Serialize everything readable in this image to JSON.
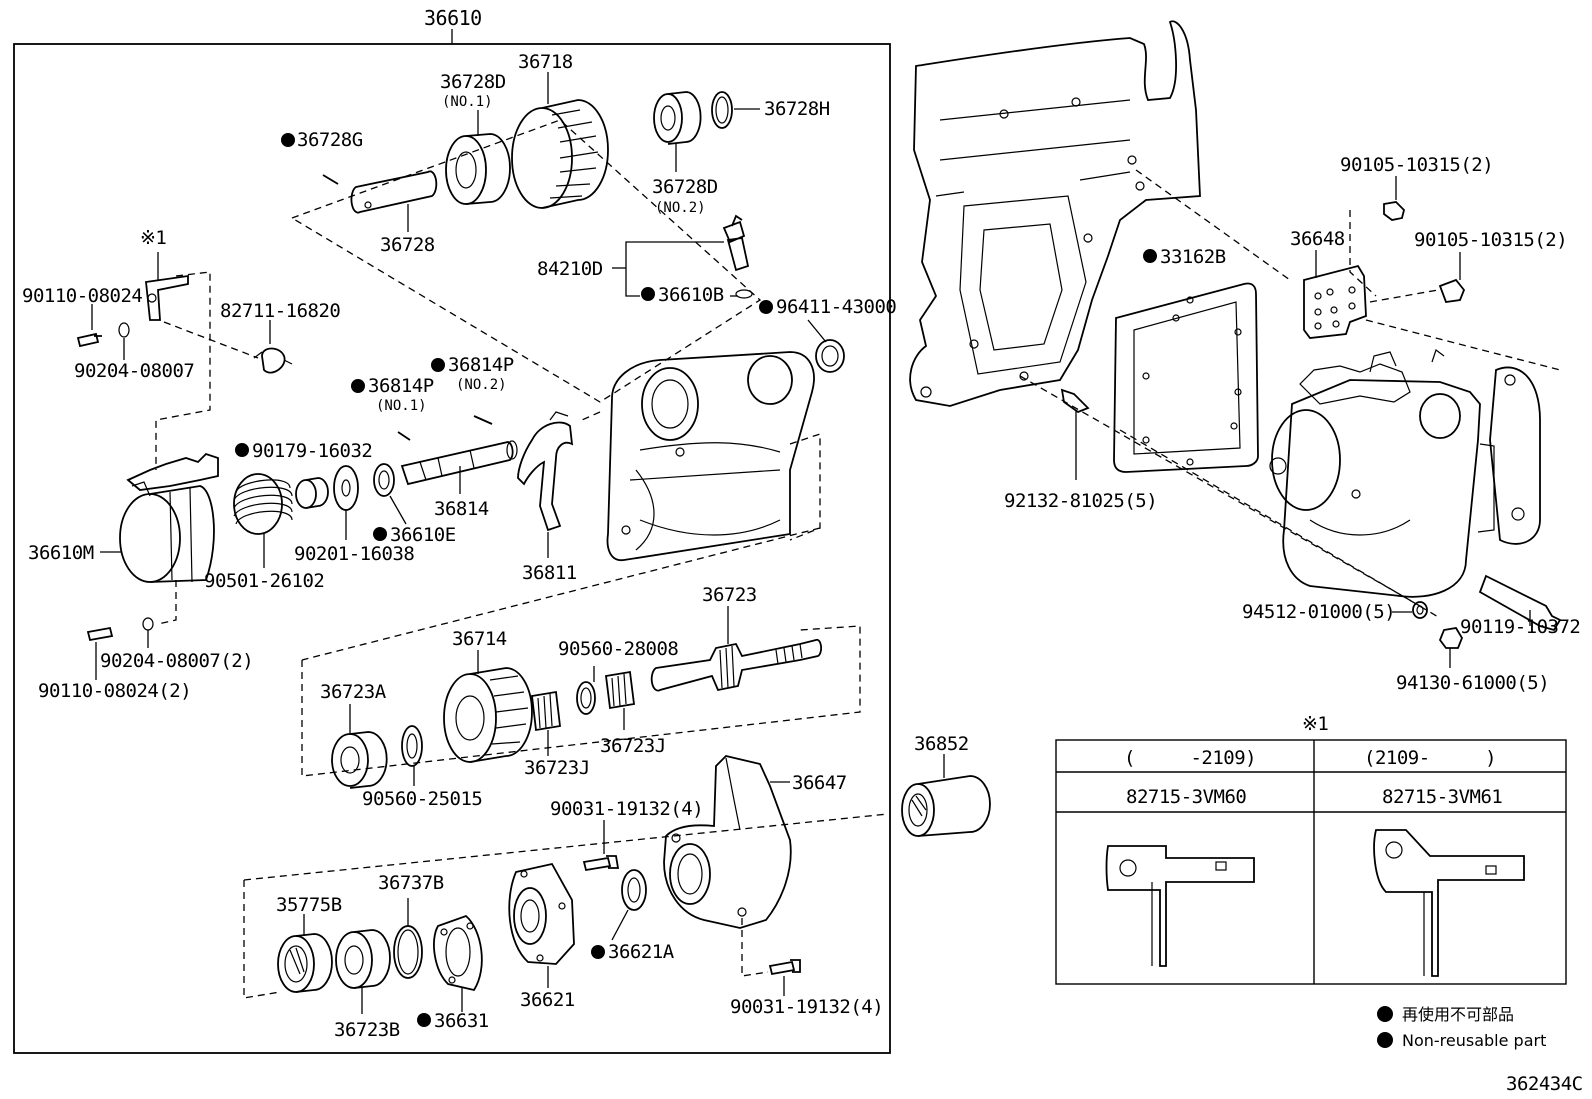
{
  "diagram_id": "362434C",
  "assembly_label": "36610",
  "parts": {
    "p36718": "36718",
    "p36728D1": "36728D",
    "p36728D1_sub": "(NO.1)",
    "p36728H": "36728H",
    "p36728G": "36728G",
    "p36728D2": "36728D",
    "p36728D2_sub": "(NO.2)",
    "p36728": "36728",
    "p84210D": "84210D",
    "p36610B": "36610B",
    "p96411": "96411-43000",
    "p36814P2": "36814P",
    "p36814P2_sub": "(NO.2)",
    "p36814P1": "36814P",
    "p36814P1_sub": "(NO.1)",
    "p82711": "82711-16820",
    "p90110a": "90110-08024",
    "p90204a": "90204-08007",
    "p90179": "90179-16032",
    "p36814": "36814",
    "p36610E": "36610E",
    "p90201": "90201-16038",
    "p36811": "36811",
    "p36610M": "36610M",
    "p90501": "90501-26102",
    "p90204b": "90204-08007(2)",
    "p90110b": "90110-08024(2)",
    "p36723": "36723",
    "p36714": "36714",
    "p90560_28008": "90560-28008",
    "p36723A": "36723A",
    "p36723J_a": "36723J",
    "p36723J_b": "36723J",
    "p90560_25015": "90560-25015",
    "p36852": "36852",
    "p36647": "36647",
    "p90031a": "90031-19132(4)",
    "p36737B": "36737B",
    "p35775B": "35775B",
    "p36621A": "36621A",
    "p36621": "36621",
    "p36723B": "36723B",
    "p36631": "36631",
    "p90031b": "90031-19132(4)",
    "p90105a": "90105-10315(2)",
    "p90105b": "90105-10315(2)",
    "p36648": "36648",
    "p33162B": "33162B",
    "p92132": "92132-81025(5)",
    "p94512": "94512-01000(5)",
    "p90119": "90119-10372",
    "p94130": "94130-61000(5)",
    "note_mark": "※1"
  },
  "table": {
    "mark": "※1",
    "col1_range": "(　　　-2109)",
    "col2_range": "(2109-　　　)",
    "col1_part": "82715-3VM60",
    "col2_part": "82715-3VM61"
  },
  "legend": {
    "line1": "再使用不可部品",
    "line2": "Non-reusable part"
  }
}
